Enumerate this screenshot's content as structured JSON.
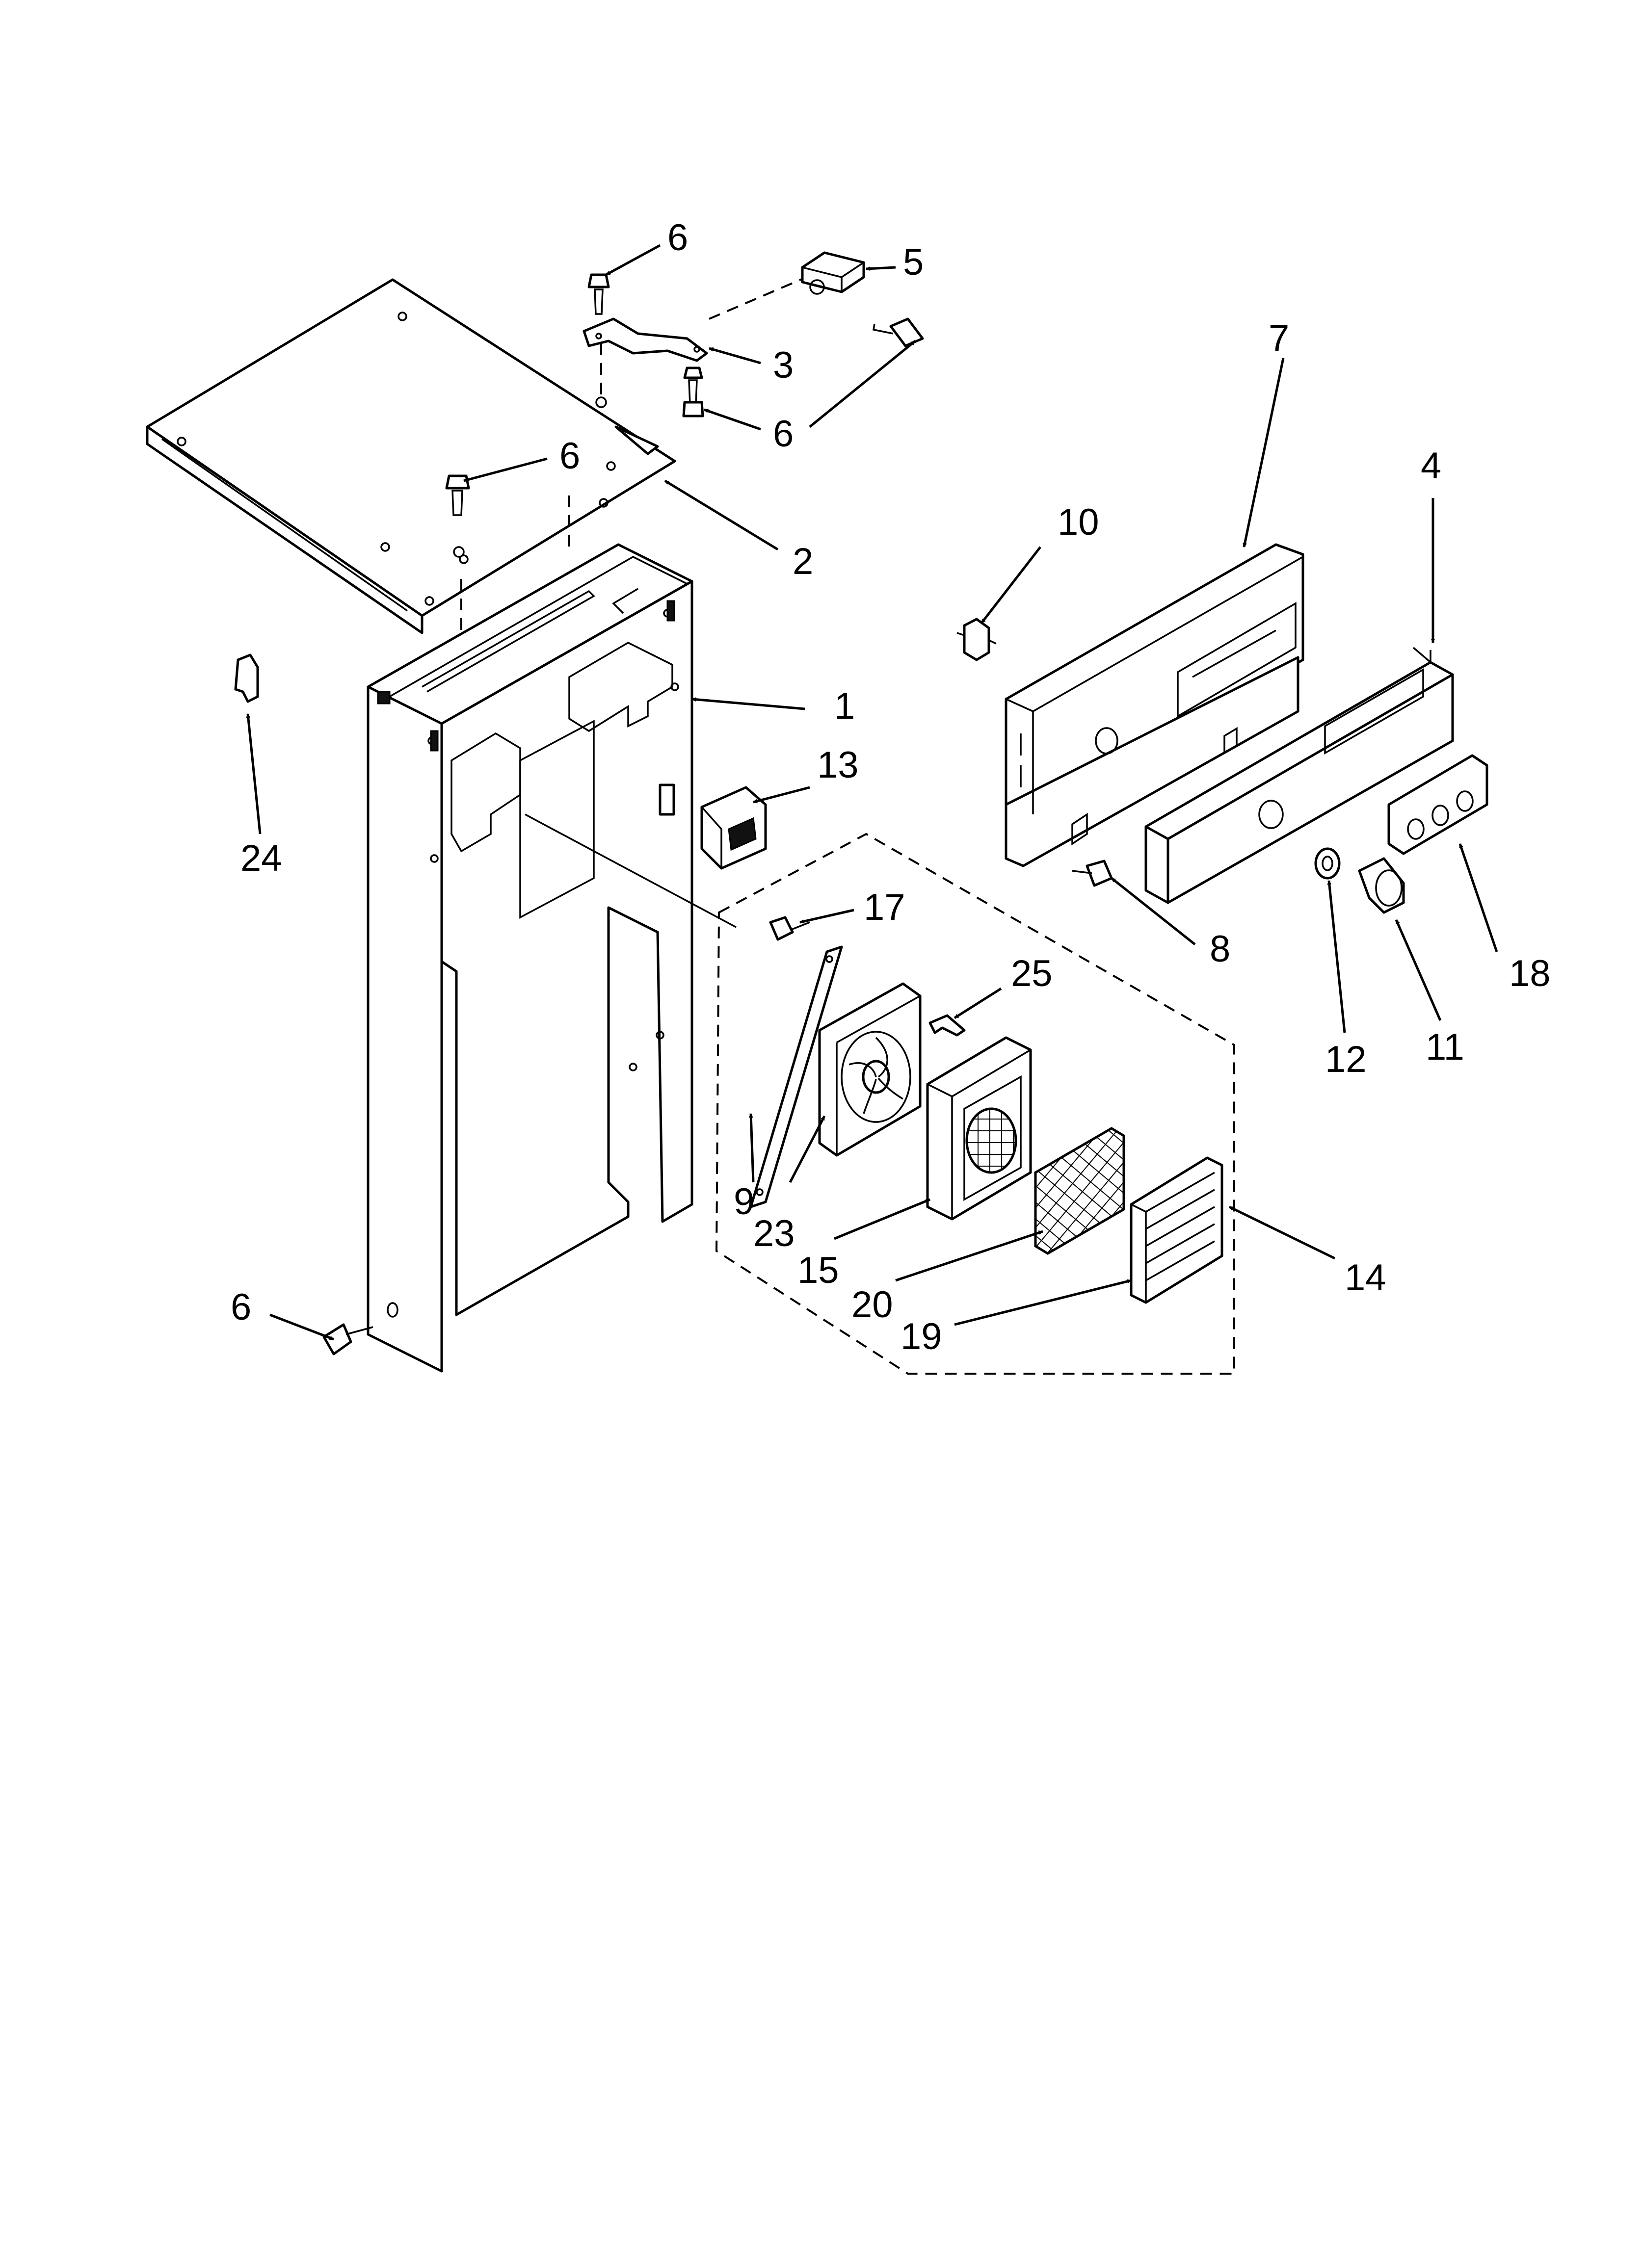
{
  "callouts": [
    {
      "id": "c6a",
      "text": "6"
    },
    {
      "id": "c5",
      "text": "5"
    },
    {
      "id": "c3",
      "text": "3"
    },
    {
      "id": "c6b",
      "text": "6"
    },
    {
      "id": "c6c",
      "text": "6"
    },
    {
      "id": "c2",
      "text": "2"
    },
    {
      "id": "c1",
      "text": "1"
    },
    {
      "id": "c13",
      "text": "13"
    },
    {
      "id": "c24",
      "text": "24"
    },
    {
      "id": "c7",
      "text": "7"
    },
    {
      "id": "c4",
      "text": "4"
    },
    {
      "id": "c10",
      "text": "10"
    },
    {
      "id": "c8",
      "text": "8"
    },
    {
      "id": "c18",
      "text": "18"
    },
    {
      "id": "c12",
      "text": "12"
    },
    {
      "id": "c11",
      "text": "11"
    },
    {
      "id": "c17",
      "text": "17"
    },
    {
      "id": "c25",
      "text": "25"
    },
    {
      "id": "c9",
      "text": "9"
    },
    {
      "id": "c23",
      "text": "23"
    },
    {
      "id": "c15",
      "text": "15"
    },
    {
      "id": "c20",
      "text": "20"
    },
    {
      "id": "c19",
      "text": "19"
    },
    {
      "id": "c14",
      "text": "14"
    },
    {
      "id": "c6d",
      "text": "6"
    }
  ]
}
